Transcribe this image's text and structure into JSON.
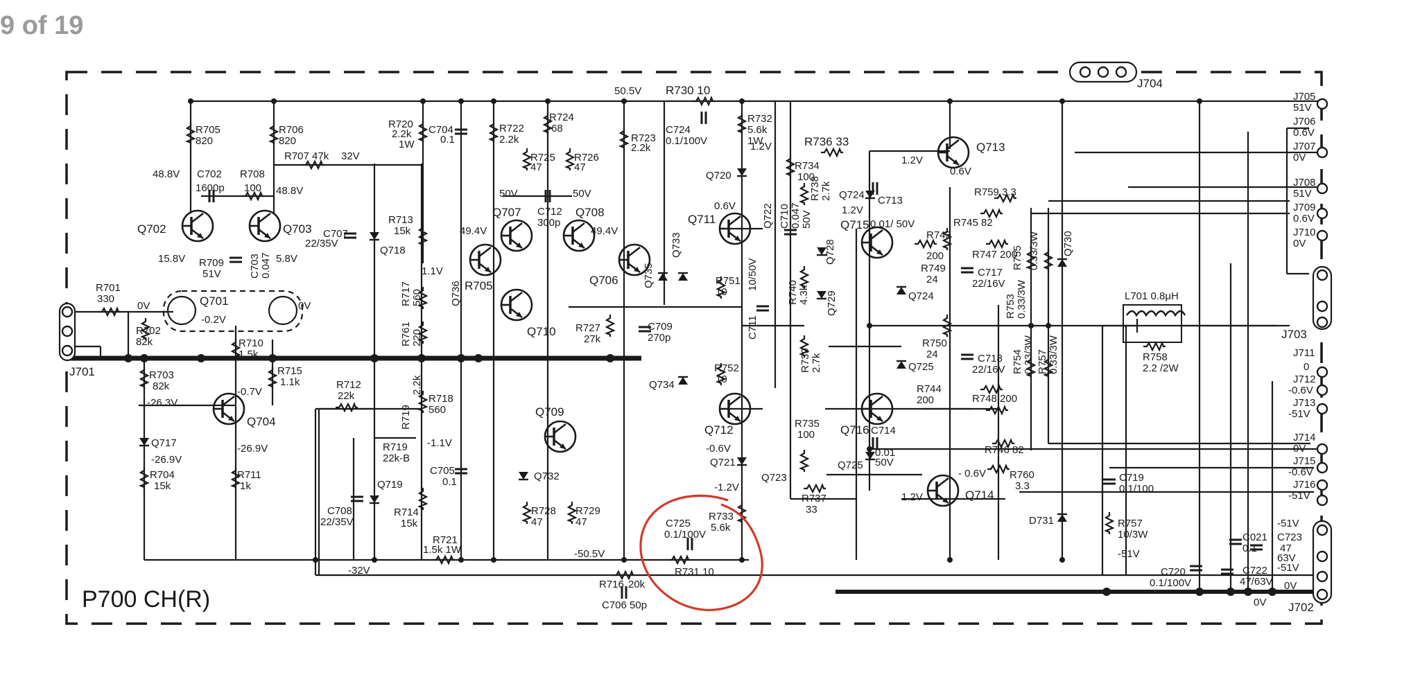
{
  "page_indicator": "9 of 19",
  "title": "P700 CH(R)",
  "annotation_color": "#d23a2a",
  "line_color": "#1a1a1a",
  "labels": {
    "j704": "J704",
    "j705": "J705",
    "j705_v": "51V",
    "j706": "J706",
    "j706_v": "0.6V",
    "j707": "J707",
    "j707_v": "0V",
    "j708": "J708",
    "j708_v": "51V",
    "j709": "J709",
    "j709_v": "0.6V",
    "j710": "J710",
    "j710_v": "0V",
    "j703": "J703",
    "j711": "J711",
    "j711_v": "0",
    "j712": "J712",
    "j712_v": "-0.6V",
    "j713": "J713",
    "j713_v": "-51V",
    "j714": "J714",
    "j714_v": "0V",
    "j715": "J715",
    "j715_v": "-0.6V",
    "j716": "J716",
    "j716_v": "-51V",
    "j702": "J702",
    "j701": "J701",
    "v505": "50.5V",
    "r730": "R730  10",
    "c724": "C724",
    "c724_v": "0.1/100V",
    "r732": "R732",
    "r732_v1": "5.6k",
    "r732_v2": "1W",
    "v12a": "1.2V",
    "r736": "R736 33",
    "q713": "Q713",
    "v12b": "1.2V",
    "v06a": "0.6V",
    "r705": "R705",
    "r705_v": "820",
    "r706": "R706",
    "r706_v": "820",
    "r720": "R720",
    "r720_v1": "2.2k",
    "r720_v2": "1W",
    "c704": "C704",
    "c704_v": "0.1",
    "r722": "R722",
    "r722_v": "2.2k",
    "r724": "R724",
    "r724_v": "68",
    "r723": "R723",
    "r723_v": "2.2k",
    "r707": "R707  47k",
    "v32": "32V",
    "r725": "R725",
    "r725_v": "47",
    "r726": "R726",
    "r726_v": "47",
    "v488a": "48.8V",
    "c702": "C702",
    "c702_v": "1600p",
    "r708": "R708",
    "r708_v": "100",
    "v488b": "48.8V",
    "v50a": "50V",
    "v50b": "50V",
    "c712": "C712",
    "c712_v": "300p",
    "q707": "Q707",
    "q708": "Q708",
    "q720": "Q720",
    "r734": "R734",
    "r734_v": "100",
    "r738": "R738",
    "r738_v": "2.7k",
    "q724a": "Q724",
    "c713": "C713",
    "v12c": "1.2V",
    "r759": "R759  3.3",
    "q702": "Q702",
    "q703": "Q703",
    "c707": "C707",
    "c707_v": "22/35V",
    "q718": "Q718",
    "r713": "R713",
    "r713_v": "15k",
    "v494a": "49.4V",
    "v494b": "49.4V",
    "q711": "Q711",
    "v06b": "0.6V",
    "q733": "Q733",
    "c710": "C710",
    "c710_v": "0.047",
    "c710_v2": "50V",
    "q722": "Q722",
    "q715": "Q715",
    "c715v": "0.01/ 50V",
    "r745": "R745 82",
    "r743": "R743",
    "r743_v": "200",
    "r747": "R747  200",
    "r755": "R755",
    "r755_v": "0.33/3W",
    "q730": "Q730",
    "v158": "15.8V",
    "r709": "R709",
    "v51a": "51V",
    "c703": "C703",
    "c703_v": "0.047",
    "v58": "5.8V",
    "v11": "1.1V",
    "r717": "R717",
    "r717_v": "560",
    "q736": "Q736",
    "r705b": "R705",
    "q706": "Q706",
    "q735": "Q735",
    "r751": "R751",
    "r751_v": "10",
    "r740": "R740",
    "r740_v": "4.3k",
    "q728": "Q728",
    "c711": "C711",
    "c711_v": "10/50V",
    "q729": "Q729",
    "r749": "R749",
    "r749_v": "24",
    "c717": "C717",
    "c717_v": "22/16V",
    "r753": "R753",
    "r753_v": "0.33/3W",
    "q724b": "Q724",
    "l701": "L701  0.8μH",
    "r701": "R701",
    "r701_v": "330",
    "v0a": "0V",
    "q701": "Q701",
    "vm02": "-0.2V",
    "v0b": "0V",
    "r702": "R702",
    "r702_v": "82k",
    "r761": "R761",
    "r761_v": "220",
    "q710": "Q710",
    "r727": "R727",
    "r727_v": "27k",
    "c709": "C709",
    "c709_v": "270p",
    "r739": "R739",
    "r739_v": "2.7k",
    "r750": "R750",
    "r750_v": "24",
    "c718": "C718",
    "c718_v": "22/16V",
    "r754": "R754",
    "r754_v": "0.33/3W",
    "r757a": "R757",
    "r757a_v": "0.33/3W",
    "r758": "R758",
    "r758_v": "2.2 /2W",
    "r710": "R710",
    "r710_v": "1.5k",
    "r703": "R703",
    "r703_v": "82k",
    "r715": "R715",
    "r715_v": "1.1k",
    "q734": "Q734",
    "r752": "R752",
    "r752_v": "10",
    "q725a": "Q725",
    "vm263": "-26.3V",
    "vm07": "-0.7V",
    "q704": "Q704",
    "r712": "R712",
    "r712_v": "22k",
    "r719": "R719",
    "r719_v": "2.2k",
    "r718": "R718",
    "r718_v": "560",
    "q709": "Q709",
    "r744": "R744",
    "r744_v": "200",
    "r748": "R748  200",
    "q716": "Q716",
    "c714": "C714",
    "r735": "R735",
    "r735_v": "100",
    "q712": "Q712",
    "vm06a": "-0.6V",
    "q717": "Q717",
    "vm269a": "-26.9V",
    "vm269b": "-26.9V",
    "r719b": "R719",
    "r719b_v": "22k-B",
    "vm11": "-1.1V",
    "q721": "Q721",
    "r746": "R746  82",
    "q725b": "Q725",
    "c714v": "0.01",
    "c714v2": "50V",
    "q723": "Q723",
    "r704": "R704",
    "r704_v": "15k",
    "r711": "R711",
    "r711_v": "1k",
    "c705": "C705",
    "c705_v": "0.1",
    "q732": "Q732",
    "vm12": "-1.2V",
    "r737": "R737",
    "r737_v": "33",
    "vm06b": "- 0.6V",
    "r760": "R760",
    "r760_v": "3.3",
    "q714": "Q714",
    "v12d": "1.2V",
    "c719": "C719",
    "c719_v": "0.1/100",
    "q719": "Q719",
    "c708": "C708",
    "c708_v": "22/35V",
    "r714": "R714",
    "r714_v": "15k",
    "r728": "R728",
    "r728_v": "47",
    "r729": "R729",
    "r729_v": "47",
    "c725": "C725",
    "c725_v": "0.1/100V",
    "r733": "R733",
    "r733_v": "5.6k",
    "d731": "D731",
    "r757": "R757",
    "r757_v": "10/3W",
    "vm51a": "-51V",
    "c021": "C021",
    "c021_v": "0.1",
    "c723": "C723",
    "c723_v1": "47",
    "c723_v2": "63V",
    "r721": "R721",
    "r721_v": "1.5k  1W",
    "vm505": "-50.5V",
    "vm32": "-32V",
    "r731": "R731  10",
    "c722": "C722",
    "c722_v": "47/63V",
    "c720": "C720",
    "c720_v": "0.1/100V",
    "vm51b": "-51V",
    "vm51c": "-51V",
    "r716": "R716",
    "r716_v": "20k",
    "c706": "C706  50p",
    "v0c": "0V",
    "v0d": "0V"
  }
}
